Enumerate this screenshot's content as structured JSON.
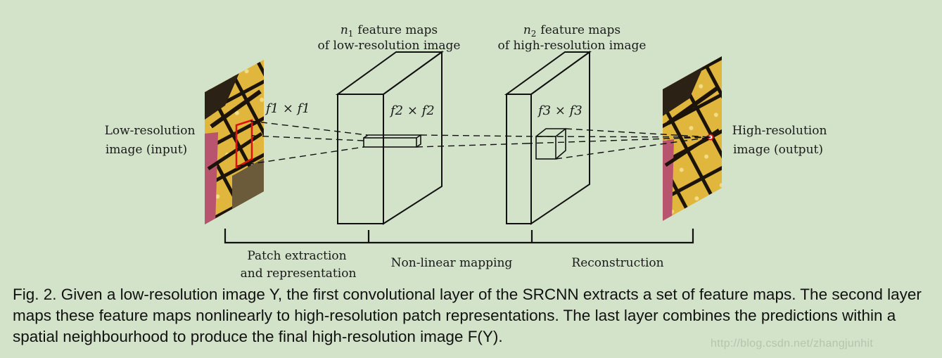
{
  "labels": {
    "n1_sym": "n",
    "n1_sub": "1",
    "n1_line1": "feature maps",
    "n1_line2": "of low-resolution image",
    "n2_sym": "n",
    "n2_sub": "2",
    "n2_line1": "feature maps",
    "n2_line2": "of high-resolution image",
    "lr_line1": "Low-resolution",
    "lr_line2": "image (input)",
    "hr_line1": "High-resolution",
    "hr_line2": "image (output)",
    "f1_label": "f1 × f1",
    "f2_label": "f2 × f2",
    "f3_label": "f3 × f3",
    "stage1_line1": "Patch extraction",
    "stage1_line2": "and representation",
    "stage2": "Non-linear mapping",
    "stage3": "Reconstruction"
  },
  "caption": {
    "prefix": "Fig. 2.",
    "text": "Given a low-resolution image Y, the first convolutional layer of the SRCNN extracts a set of feature maps. The second layer maps these feature maps nonlinearly to high-resolution patch representations. The last layer combines the predictions within a spatial neighbourhood to produce the final high-resolution image F(Y)."
  },
  "watermark": "http://blog.csdn.net/zhangjunhit",
  "colors": {
    "background": "#d3e3ca",
    "patch_outline": "#e01010",
    "wing_yellow": "#e3b73a",
    "wing_black": "#1a1208"
  }
}
